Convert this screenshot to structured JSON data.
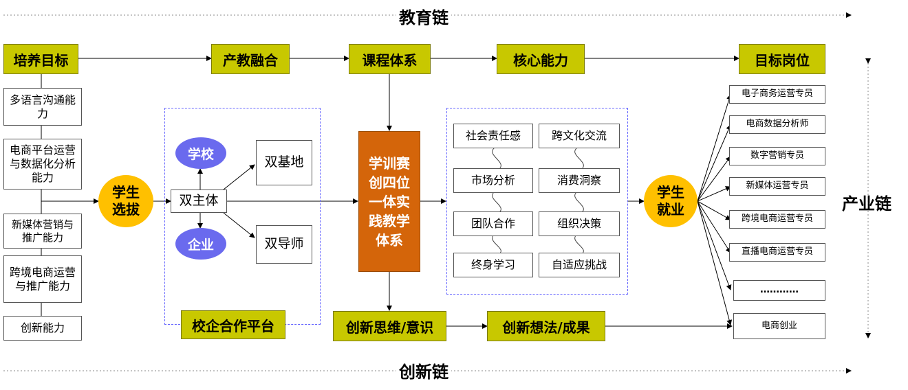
{
  "chains": {
    "top": "教育链",
    "bottom": "创新链",
    "right": "产业链"
  },
  "top_row": {
    "goal": "培养目标",
    "integration": "产教融合",
    "curriculum": "课程体系",
    "core": "核心能力",
    "positions": "目标岗位"
  },
  "abilities": [
    "多语言沟通能力",
    "电商平台运营与数据化分析能力",
    "新媒体营销与推广能力",
    "跨境电商运营与推广能力",
    "创新能力"
  ],
  "selection": "学生选拔",
  "platform": {
    "dual_subject": "双主体",
    "school": "学校",
    "enterprise": "企业",
    "dual_base": "双基地",
    "dual_mentor": "双导师",
    "label": "校企合作平台"
  },
  "system": "学训赛创四位一体实践教学体系",
  "competencies": [
    "社会责任感",
    "跨文化交流",
    "市场分析",
    "消费洞察",
    "团队合作",
    "组织决策",
    "终身学习",
    "自适应挑战"
  ],
  "employment": "学生就业",
  "jobs": [
    "电子商务运营专员",
    "电商数据分析师",
    "数字营销专员",
    "新媒体运营专员",
    "跨境电商运营专员",
    "直播电商运营专员",
    "…………",
    "电商创业"
  ],
  "innovation": {
    "thinking": "创新思维/意识",
    "results": "创新想法/成果"
  },
  "colors": {
    "yellow_box": "#c8c800",
    "orange_box": "#d4650a",
    "circle_yellow": "#ffc000",
    "oval_blue": "#6a6aee",
    "dashed_border": "#6666ff"
  }
}
